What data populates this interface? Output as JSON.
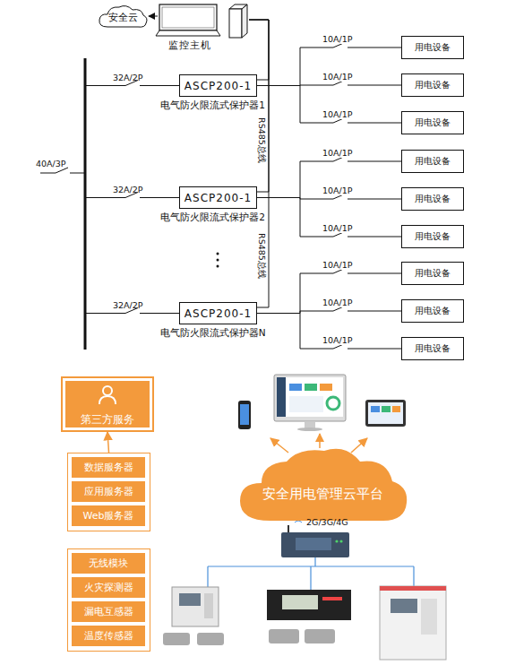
{
  "diagram": {
    "nodes": [
      {
        "text": [
          "安全云"
        ]
      },
      {
        "text": [
          "监控主机"
        ]
      },
      {
        "text": [
          "ASCP200-1",
          "电气防火限流式保护器1"
        ]
      },
      {
        "text": [
          "用电设备"
        ]
      },
      {
        "text": [
          "用电设备"
        ]
      },
      {
        "text": [
          "用电设备"
        ]
      },
      {
        "text": [
          "ASCP200-1",
          "电气防火限流式保护器2"
        ]
      },
      {
        "text": [
          "用电设备"
        ]
      },
      {
        "text": [
          "用电设备"
        ]
      },
      {
        "text": [
          "用电设备"
        ]
      },
      {
        "text": [
          "ASCP200-1",
          "电气防火限流式保护器N"
        ]
      },
      {
        "text": [
          "用电设备"
        ]
      },
      {
        "text": [
          "用电设备"
        ]
      },
      {
        "text": [
          "用电设备"
        ]
      },
      {
        "text": [
          "第三方服务"
        ]
      },
      {
        "text": []
      },
      {
        "text": [
          "数据服务器"
        ],
        "in": 15
      },
      {
        "text": [
          "应用服务器"
        ],
        "in": 15
      },
      {
        "text": [
          "Web服务器"
        ],
        "in": 15
      },
      {
        "text": []
      },
      {
        "text": [
          "无线模块"
        ],
        "in": 19
      },
      {
        "text": [
          "火灾探测器"
        ],
        "in": 19
      },
      {
        "text": [
          "漏电互感器"
        ],
        "in": 19
      },
      {
        "text": [
          "温度传感器"
        ],
        "in": 19
      },
      {
        "text": [
          "安全用电管理云平台"
        ]
      }
    ],
    "edges": [
      {
        "from": 1,
        "to": 0,
        "arrow": "to"
      },
      {
        "from": 1,
        "to": 2,
        "arrow": "none"
      },
      {
        "from": 1,
        "to": 6,
        "label": "RS485总线",
        "arrow": "none"
      },
      {
        "from": 1,
        "to": 10,
        "label": "RS485总线",
        "arrow": "none"
      },
      {
        "from": 2,
        "to": 3,
        "label": "10A/1P",
        "arrow": "none"
      },
      {
        "from": 2,
        "to": 4,
        "label": "10A/1P",
        "arrow": "none"
      },
      {
        "from": 2,
        "to": 5,
        "label": "10A/1P",
        "arrow": "none"
      },
      {
        "from": 6,
        "to": 7,
        "label": "10A/1P",
        "arrow": "none"
      },
      {
        "from": 6,
        "to": 8,
        "label": "10A/1P",
        "arrow": "none"
      },
      {
        "from": 6,
        "to": 9,
        "label": "10A/1P",
        "arrow": "none"
      },
      {
        "from": 10,
        "to": 11,
        "label": "10A/1P",
        "arrow": "none"
      },
      {
        "from": 10,
        "to": 12,
        "label": "10A/1P",
        "arrow": "none"
      },
      {
        "from": 10,
        "to": 13,
        "label": "10A/1P",
        "arrow": "none"
      },
      {
        "from": 15,
        "to": 14,
        "arrow": "to"
      }
    ],
    "labels": [
      "40A/3P",
      "32A/2P",
      "32A/2P",
      "32A/2P",
      "2G/3G/4G"
    ]
  }
}
